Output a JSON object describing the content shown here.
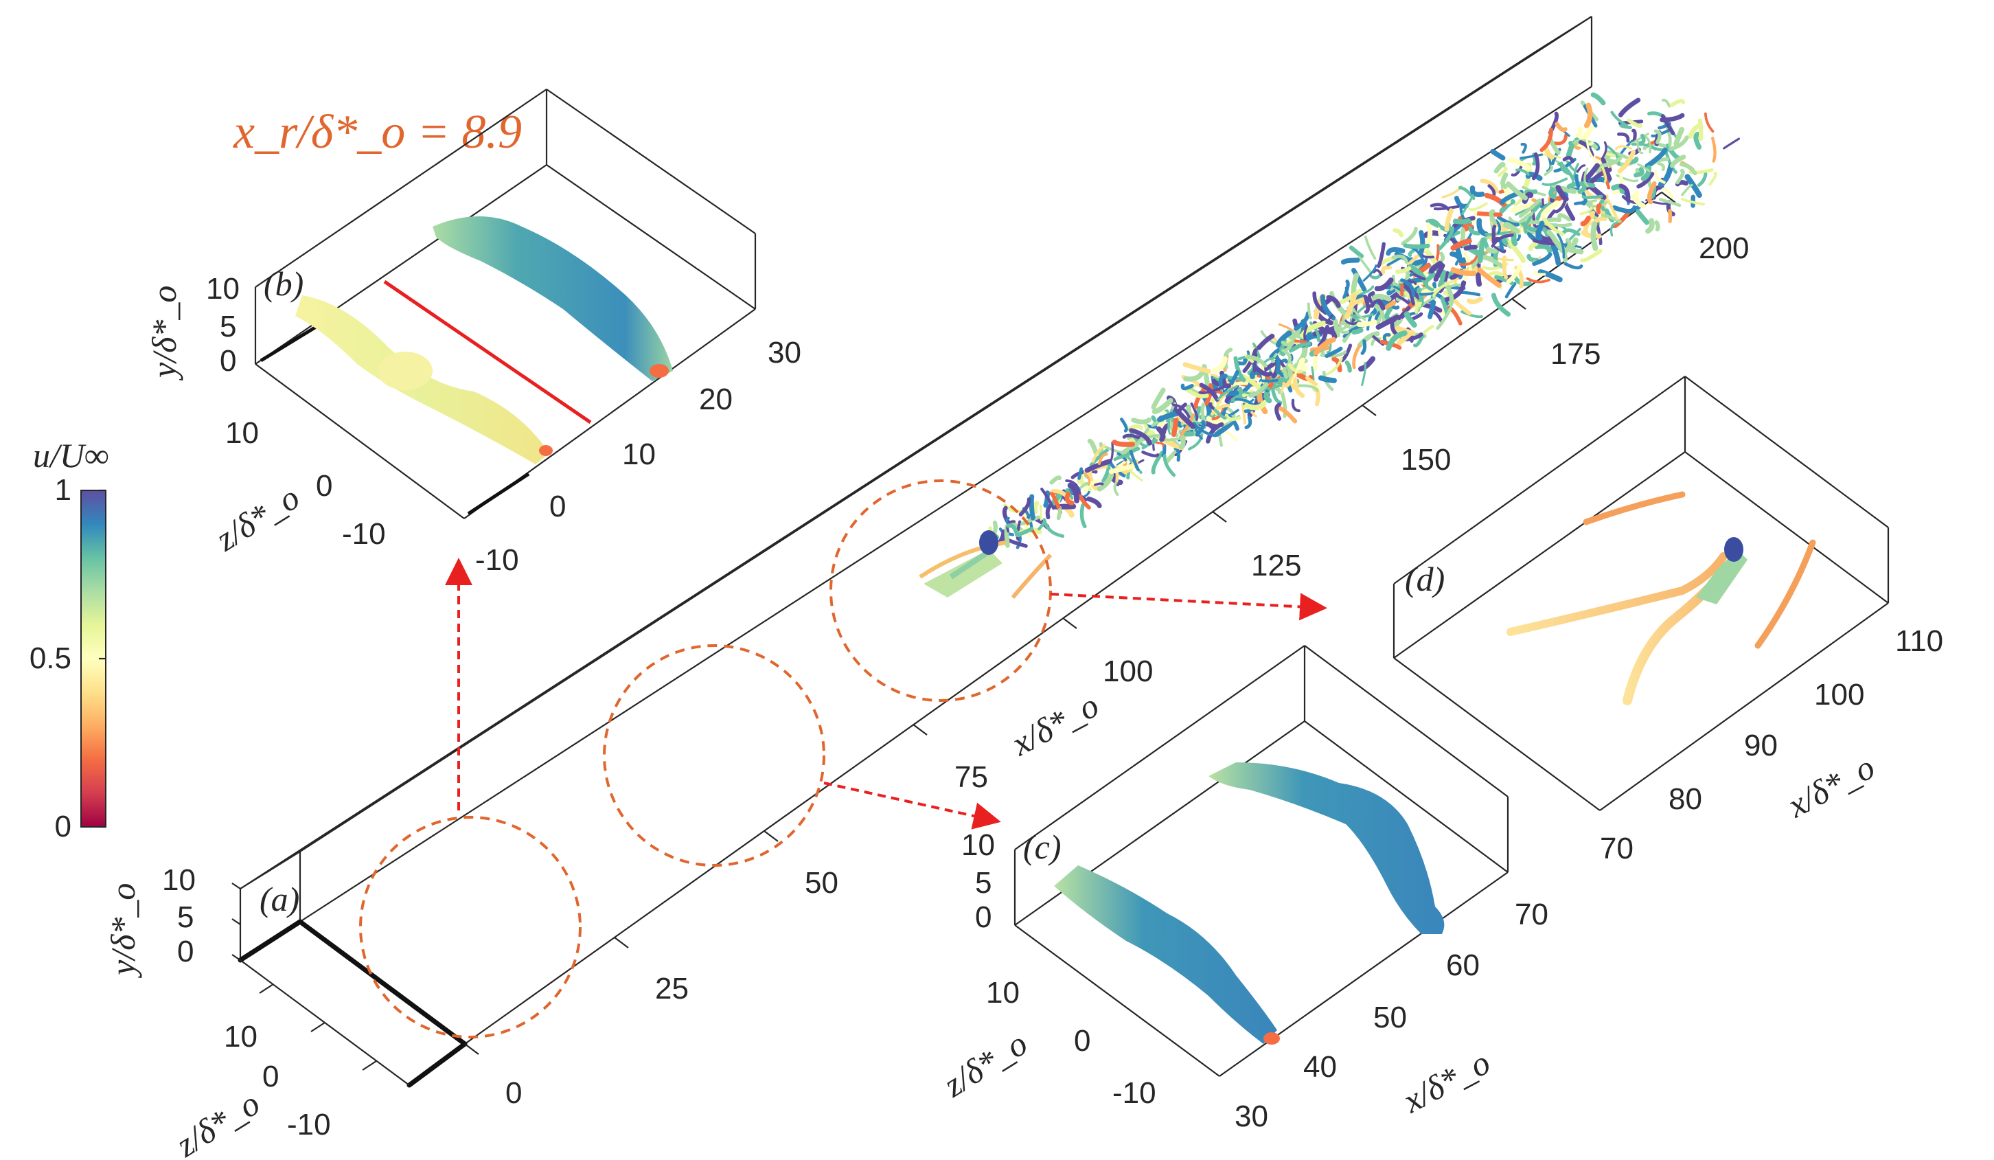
{
  "chart_data": {
    "type": "isosurface-3d",
    "colorbar": {
      "label": "u/U∞",
      "min": 0,
      "max": 1,
      "ticks": [
        "0",
        "0.5",
        "1"
      ],
      "colormap": [
        "#9e0142",
        "#d53e4f",
        "#f46d43",
        "#fdae61",
        "#fee08b",
        "#ffffbf",
        "#e6f598",
        "#abdda4",
        "#66c2a5",
        "#3288bd",
        "#5e4fa2"
      ]
    },
    "annotation": "x_r/δ*_o = 8.9",
    "annotation_color": "#e0662e",
    "main": {
      "panel": "(a)",
      "x_label": "x/δ*_o",
      "y_label": "y/δ*_o",
      "z_label": "z/δ*_o",
      "x_ticks": [
        "0",
        "25",
        "50",
        "75",
        "100",
        "125",
        "150",
        "175",
        "200"
      ],
      "y_ticks": [
        "0",
        "5",
        "10"
      ],
      "z_ticks": [
        "-10",
        "0",
        "10"
      ]
    },
    "inset_b": {
      "panel": "(b)",
      "x_ticks": [
        "-10",
        "0",
        "10",
        "20",
        "30"
      ],
      "y_ticks": [
        "0",
        "5",
        "10"
      ],
      "z_ticks": [
        "-10",
        "0",
        "10"
      ],
      "y_label": "y/δ*_o",
      "z_label": "z/δ*_o"
    },
    "inset_c": {
      "panel": "(c)",
      "x_ticks": [
        "30",
        "40",
        "50",
        "60",
        "70"
      ],
      "y_ticks": [
        "0",
        "5",
        "10"
      ],
      "z_ticks": [
        "-10",
        "0",
        "10"
      ],
      "x_label": "x/δ*_o",
      "z_label": "z/δ*_o"
    },
    "inset_d": {
      "panel": "(d)",
      "x_ticks": [
        "70",
        "80",
        "90",
        "100",
        "110"
      ],
      "x_label": "x/δ*_o"
    },
    "highlight_color": "#e0662e",
    "arrow_color": "#e8201f"
  }
}
